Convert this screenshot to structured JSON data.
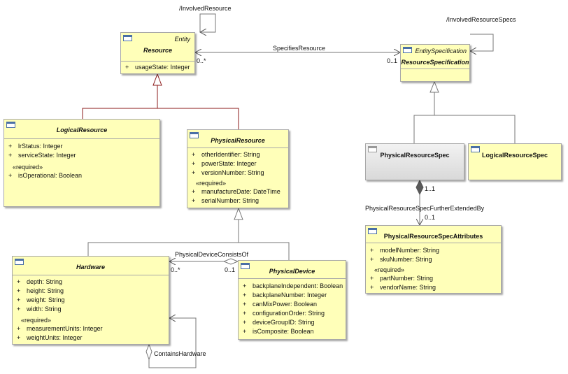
{
  "classes": {
    "resource": {
      "stereotype": "Entity",
      "name": "Resource",
      "attributes": [
        {
          "vis": "+",
          "text": "usageState: Integer"
        }
      ]
    },
    "resource_spec": {
      "stereotype": "EntitySpecification",
      "name": "ResourceSpecification"
    },
    "logical_resource": {
      "name": "LogicalResource",
      "attributes": [
        {
          "vis": "+",
          "text": "lrStatus: Integer"
        },
        {
          "vis": "+",
          "text": "serviceState: Integer"
        }
      ],
      "group": "«required»",
      "required": [
        {
          "vis": "+",
          "text": "isOperational: Boolean"
        }
      ]
    },
    "physical_resource": {
      "name": "PhysicalResource",
      "attributes": [
        {
          "vis": "+",
          "text": "otherIdentifier: String"
        },
        {
          "vis": "+",
          "text": "powerState: Integer"
        },
        {
          "vis": "+",
          "text": "versionNumber: String"
        }
      ],
      "group": "«required»",
      "required": [
        {
          "vis": "+",
          "text": "manufactureDate: DateTime"
        },
        {
          "vis": "+",
          "text": "serialNumber: String"
        }
      ]
    },
    "physical_resource_spec": {
      "name": "PhysicalResourceSpec"
    },
    "logical_resource_spec": {
      "name": "LogicalResourceSpec"
    },
    "prs_attributes": {
      "name": "PhysicalResourceSpecAttributes",
      "attributes": [
        {
          "vis": "+",
          "text": "modelNumber: String"
        },
        {
          "vis": "+",
          "text": "skuNumber: String"
        }
      ],
      "group": "«required»",
      "required": [
        {
          "vis": "+",
          "text": "partNumber: String"
        },
        {
          "vis": "+",
          "text": "vendorName: String"
        }
      ]
    },
    "hardware": {
      "name": "Hardware",
      "attributes": [
        {
          "vis": "+",
          "text": "depth: String"
        },
        {
          "vis": "+",
          "text": "height: String"
        },
        {
          "vis": "+",
          "text": "weight: String"
        },
        {
          "vis": "+",
          "text": "width: String"
        }
      ],
      "group": "«required»",
      "required": [
        {
          "vis": "+",
          "text": "measurementUnits: Integer"
        },
        {
          "vis": "+",
          "text": "weightUnits: Integer"
        }
      ]
    },
    "physical_device": {
      "name": "PhysicalDevice",
      "attributes": [
        {
          "vis": "+",
          "text": "backplaneIndependent: Boolean"
        },
        {
          "vis": "+",
          "text": "backplaneNumber: Integer"
        },
        {
          "vis": "+",
          "text": "canMixPower: Boolean"
        },
        {
          "vis": "+",
          "text": "configurationOrder: String"
        },
        {
          "vis": "+",
          "text": "deviceGroupID: String"
        },
        {
          "vis": "+",
          "text": "isComposite: Boolean"
        }
      ]
    }
  },
  "labels": {
    "involved_resource": "/InvolvedResource",
    "involved_resource_specs": "/InvolvedResourceSpecs",
    "specifies_resource": "SpecifiesResource",
    "mult_resource": "0..*",
    "mult_spec": "0..1",
    "mult_1_1": "1..1",
    "further_extended": "PhysicalResourceSpecFurtherExtendedBy",
    "mult_attr": "0..1",
    "device_consists": "PhysicalDeviceConsistsOf",
    "mult_hw": "0..*",
    "mult_pd": "0..1",
    "contains_hardware": "ContainsHardware"
  },
  "colors": {
    "class_fill": "#ffffb9",
    "line": "#6e6e6e",
    "generalization_red": "#8b1a1a",
    "border": "#a8a8a8"
  }
}
